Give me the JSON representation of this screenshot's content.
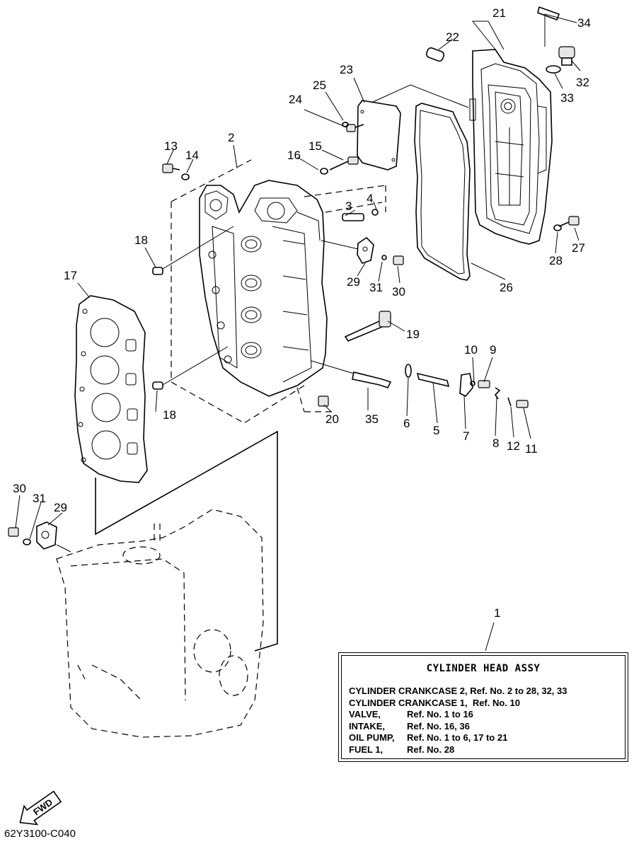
{
  "callouts": [
    "1",
    "2",
    "3",
    "4",
    "5",
    "6",
    "7",
    "8",
    "9",
    "10",
    "11",
    "12",
    "13",
    "14",
    "15",
    "16",
    "17",
    "18",
    "18",
    "19",
    "20",
    "21",
    "22",
    "23",
    "24",
    "25",
    "26",
    "27",
    "28",
    "29",
    "29",
    "30",
    "30",
    "31",
    "31",
    "32",
    "33",
    "34",
    "35"
  ],
  "fwd_label": "FWD",
  "drawing_code": "62Y3100-C040",
  "assy_box": {
    "title": "CYLINDER HEAD ASSY",
    "rows": [
      {
        "k": "CYLINDER CRANKCASE 2,",
        "v": "Ref. No. 2 to 28, 32, 33"
      },
      {
        "k": "CYLINDER CRANKCASE 1,",
        "v": "Ref. No. 10"
      },
      {
        "k": "VALVE,",
        "v": "Ref. No. 1 to 16"
      },
      {
        "k": "INTAKE,",
        "v": "Ref. No. 16, 36"
      },
      {
        "k": "OIL PUMP,",
        "v": "Ref. No. 1 to 6, 17 to 21"
      },
      {
        "k": "FUEL 1,",
        "v": "Ref. No. 28"
      }
    ]
  }
}
